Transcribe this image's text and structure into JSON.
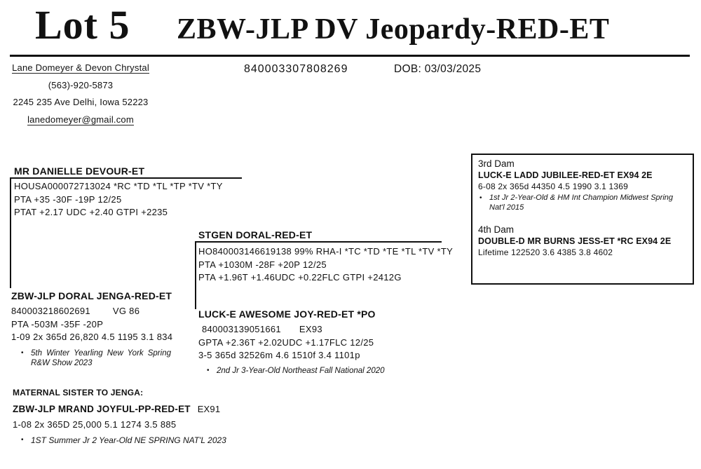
{
  "header": {
    "lot": "Lot 5",
    "title": "ZBW-JLP DV Jeopardy-RED-ET"
  },
  "consignor": {
    "name": "Lane Domeyer & Devon Chrystal",
    "phone": "(563)-920-5873",
    "address": "2245 235 Ave Delhi, Iowa 52223",
    "email": "lanedomeyer@gmail.com"
  },
  "animal": {
    "registration": "840003307808269",
    "dob": "DOB: 03/03/2025"
  },
  "pedigree": {
    "sire": {
      "name": "MR DANIELLE DEVOUR-ET",
      "registration": "HOUSA000072713024 *RC *TD *TL *TP *TV *TY",
      "pta": "PTA +35 -30F -19P 12/25",
      "ptat": "PTAT +2.17 UDC +2.40 GTPI +2235"
    },
    "dam": {
      "name": "ZBW-JLP DORAL JENGA-RED-ET",
      "registration": "840003218602691",
      "score": "VG 86",
      "pta": "PTA -503M -35F -20P",
      "record": "1-09 2x 365d 26,820 4.5 1195 3.1 834",
      "note": "5th Winter Yearling New York Spring R&W Show 2023"
    },
    "dam_sire": {
      "name": "STGEN DORAL-RED-ET",
      "registration": "HO840003146619138  99% RHA-I *TC *TD *TE *TL *TV *TY",
      "pta": "PTA +1030M -28F +20P 12/25",
      "ptat": "PTA +1.96T +1.46UDC +0.22FLC GTPI +2412G"
    },
    "second_dam": {
      "name": "LUCK-E AWESOME JOY-RED-ET *PO",
      "registration": "840003139051661",
      "score": "EX93",
      "gpta": "GPTA +2.36T +2.02UDC +1.17FLC 12/25",
      "record": "3-5 365d 32526m 4.6 1510f 3.4 1101p",
      "note": "2nd Jr 3-Year-Old Northeast Fall National 2020"
    }
  },
  "extended_dams": {
    "third_dam_label": "3rd Dam",
    "third_dam": {
      "name": "LUCK-E LADD JUBILEE-RED-ET",
      "score": "EX94 2E",
      "record": "6-08 2x 365d 44350 4.5 1990 3.1 1369",
      "note": "1st Jr 2-Year-Old & HM Int Champion Midwest Spring Nat'l 2015"
    },
    "fourth_dam_label": "4th Dam",
    "fourth_dam": {
      "name": "DOUBLE-D MR BURNS JESS-ET",
      "score": "*RC EX94 2E",
      "record": "Lifetime 122520 3.6 4385 3.8 4602"
    }
  },
  "maternal_sister": {
    "heading": "MATERNAL SISTER TO JENGA:",
    "name": "ZBW-JLP MRAND JOYFUL-PP-RED-ET",
    "score": "EX91",
    "record": "1-08 2x 365D 25,000 5.1 1274 3.5 885",
    "note": "1ST Summer Jr 2 Year-Old NE SPRING NAT'L 2023"
  }
}
